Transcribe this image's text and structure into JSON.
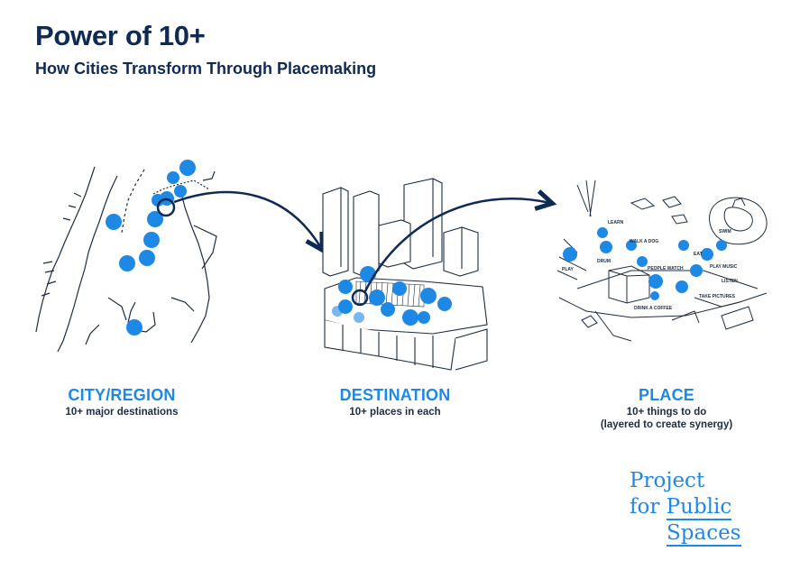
{
  "header": {
    "title": "Power of 10+",
    "subtitle": "How Cities Transform Through Placemaking"
  },
  "stages": [
    {
      "name": "CITY/REGION",
      "description": "10+ major destinations",
      "description_2": ""
    },
    {
      "name": "DESTINATION",
      "description": "10+ places in each",
      "description_2": ""
    },
    {
      "name": "PLACE",
      "description": "10+ things to do",
      "description_2": "(layered to create synergy)"
    }
  ],
  "place_activities": [
    "LEARN",
    "SWIM",
    "WALK A DOG",
    "EAT",
    "PLAY",
    "DRUM",
    "PEOPLE WATCH",
    "PLAY MUSIC",
    "LISTEN",
    "TAKE PICTURES",
    "DRINK A COFFEE"
  ],
  "logo": {
    "line1": "Project",
    "line2_prefix": "for",
    "line2_word": "Public",
    "line3": "Spaces"
  },
  "colors": {
    "title": "#0f2a55",
    "accent_blue": "#1e88e5",
    "line": "#1d2c44"
  }
}
